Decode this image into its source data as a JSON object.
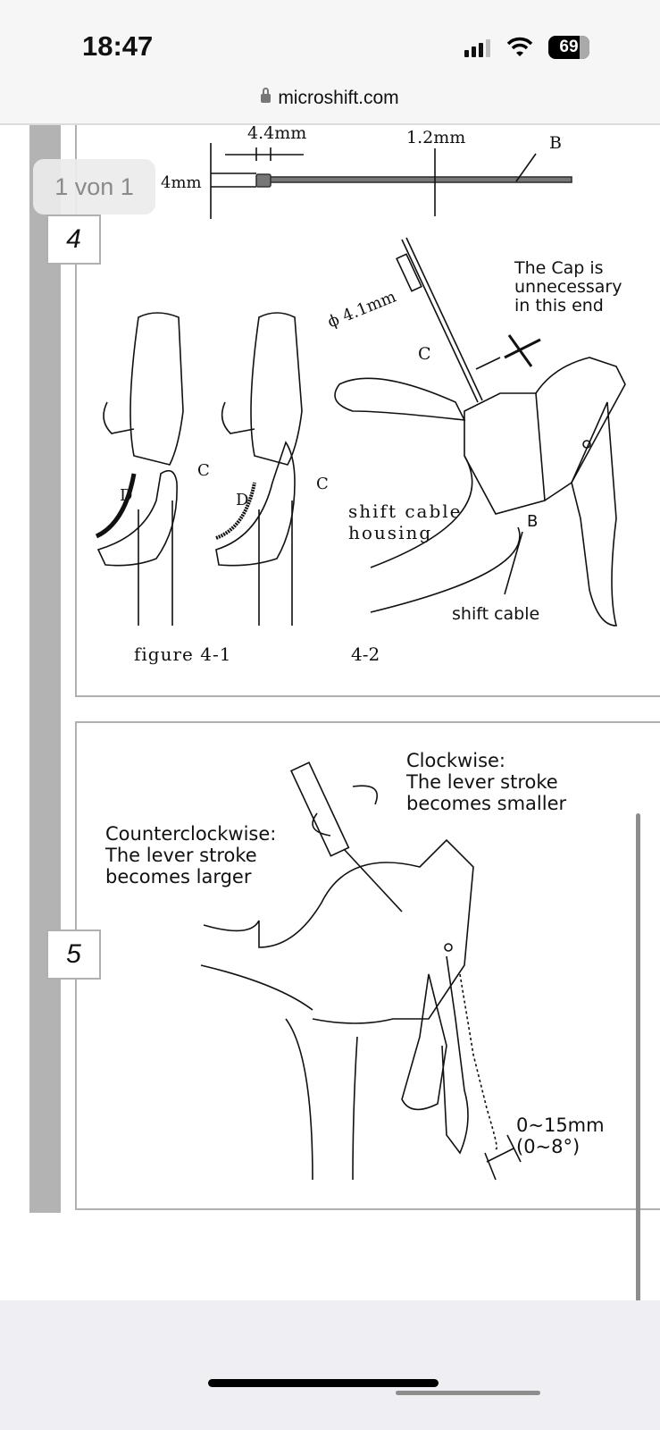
{
  "status_bar": {
    "time": "18:47",
    "battery": "69",
    "signal_icon": "cellular-signal-icon",
    "wifi_icon": "wifi-icon"
  },
  "browser": {
    "url": "microshift.com",
    "lock_icon": "lock-icon"
  },
  "pdf": {
    "page_indicator": "1 von 1",
    "step_4": {
      "number": "4",
      "dim_4_4": "4.4mm",
      "dim_1_2": "1.2mm",
      "dim_4": "4mm",
      "label_b_top": "B",
      "dim_4_1": "ϕ 4.1mm",
      "label_c_cable": "C",
      "cap_note": "The Cap is\nunnecessary\nin this end",
      "label_c1": "C",
      "label_d1": "D",
      "label_c2": "C",
      "label_d2": "D",
      "housing_label": "shift cable\nhousing",
      "label_b": "B",
      "cable_label": "shift cable",
      "figure_4_1": "figure 4-1",
      "figure_4_2": "4-2"
    },
    "step_5": {
      "number": "5",
      "clockwise": "Clockwise:\nThe lever stroke\nbecomes smaller",
      "counterclockwise": "Counterclockwise:\nThe lever stroke\nbecomes larger",
      "range": "0~15mm\n(0~8°)"
    }
  }
}
